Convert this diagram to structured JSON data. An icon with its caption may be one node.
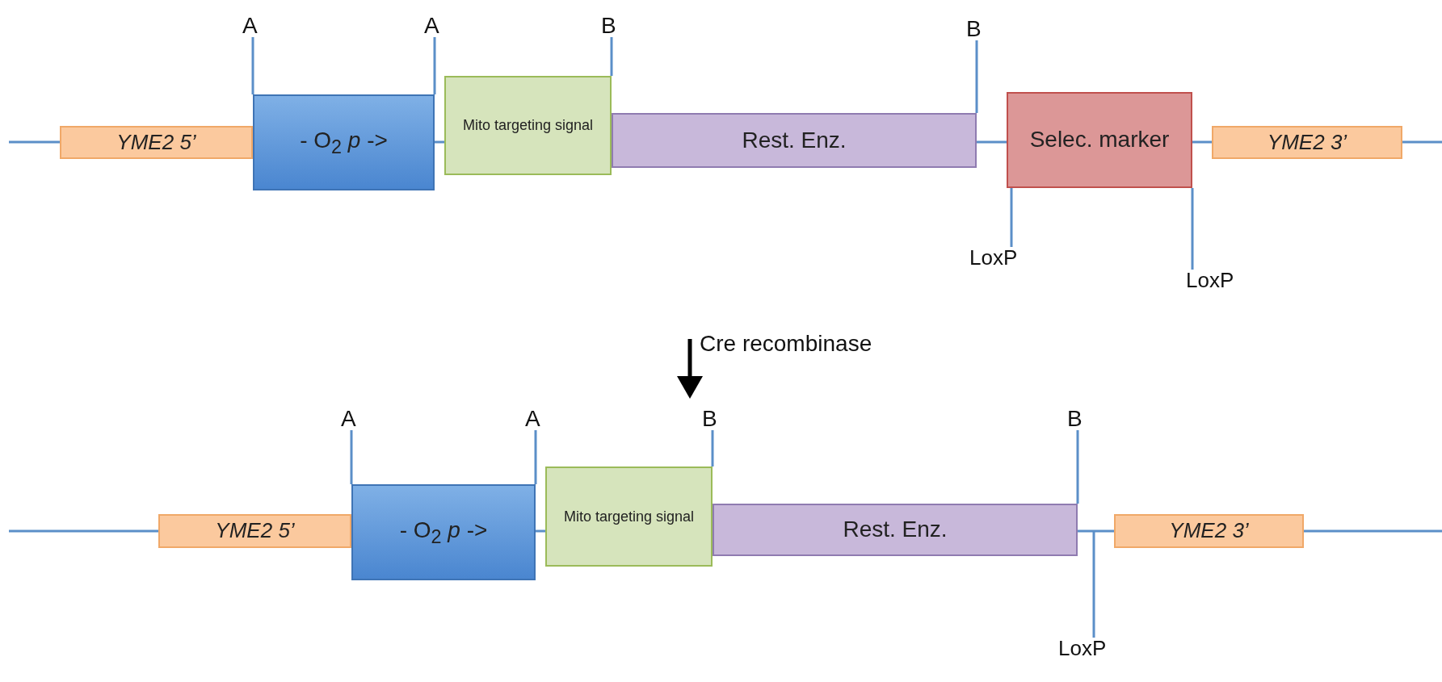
{
  "diagram": {
    "nodes": [
      {
        "text": [
          "YME2 5’"
        ]
      },
      {
        "text": [
          "- O$_{2}$ *p* ->"
        ]
      },
      {
        "text": [
          "Mito targeting signal"
        ]
      },
      {
        "text": [
          "Rest. Enz."
        ]
      },
      {
        "text": [
          "Selec. marker"
        ]
      },
      {
        "text": [
          "YME2 3’"
        ]
      },
      {
        "text": [
          "YME2 5’"
        ]
      },
      {
        "text": [
          "- O$_{2}$ *p* ->"
        ]
      },
      {
        "text": [
          "Mito targeting signal"
        ]
      },
      {
        "text": [
          "Rest. Enz."
        ]
      },
      {
        "text": [
          "YME2 3’"
        ]
      },
      {
        "text": [
          "A"
        ]
      },
      {
        "text": [
          "A"
        ]
      },
      {
        "text": [
          "B"
        ]
      },
      {
        "text": [
          "B"
        ]
      },
      {
        "text": [
          "LoxP"
        ]
      },
      {
        "text": [
          "LoxP"
        ]
      },
      {
        "text": [
          "A"
        ]
      },
      {
        "text": [
          "A"
        ]
      },
      {
        "text": [
          "B"
        ]
      },
      {
        "text": [
          "B"
        ]
      },
      {
        "text": [
          "LoxP"
        ]
      }
    ],
    "edges": [
      {
        "from": null,
        "to": 0,
        "arrow": "none"
      },
      {
        "from": 1,
        "to": 2,
        "arrow": "none"
      },
      {
        "from": 3,
        "to": 4,
        "arrow": "none"
      },
      {
        "from": 4,
        "to": 5,
        "arrow": "none"
      },
      {
        "from": 5,
        "to": null,
        "arrow": "none"
      },
      {
        "from": null,
        "to": 6,
        "arrow": "none"
      },
      {
        "from": 7,
        "to": 8,
        "arrow": "none"
      },
      {
        "from": 9,
        "to": 10,
        "arrow": "none"
      },
      {
        "from": 10,
        "to": null,
        "arrow": "none"
      },
      {
        "from": 11,
        "to": 1,
        "arrow": "none"
      },
      {
        "from": 12,
        "to": 1,
        "arrow": "none"
      },
      {
        "from": 13,
        "to": 2,
        "arrow": "none"
      },
      {
        "from": 14,
        "to": 3,
        "arrow": "none"
      },
      {
        "from": 15,
        "to": 4,
        "arrow": "none"
      },
      {
        "from": 16,
        "to": 4,
        "arrow": "none"
      },
      {
        "from": 17,
        "to": 7,
        "arrow": "none"
      },
      {
        "from": 18,
        "to": 7,
        "arrow": "none"
      },
      {
        "from": 19,
        "to": 8,
        "arrow": "none"
      },
      {
        "from": 20,
        "to": 9,
        "arrow": "none"
      },
      {
        "from": 21,
        "to": 9,
        "arrow": "none"
      }
    ],
    "labels": [
      "Cre recombinase"
    ]
  }
}
